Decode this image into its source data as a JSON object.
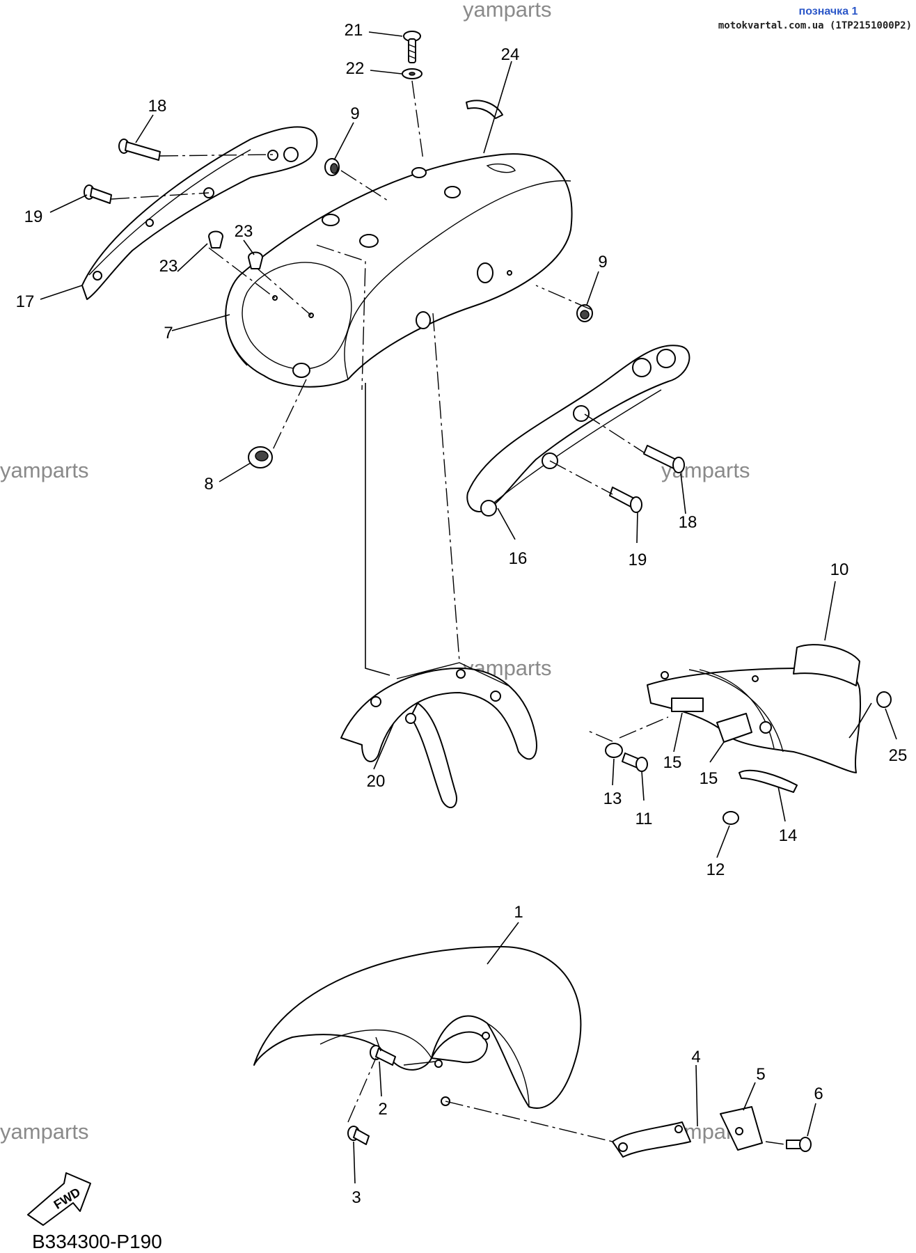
{
  "header": {
    "tag": "позначка 1",
    "source": "motokvartal.com.ua (1TP2151000P2)"
  },
  "watermarks": [
    "yamparts",
    "yamparts",
    "yamparts",
    "yamparts",
    "yamparts",
    "yamparts"
  ],
  "fwd_label": "FWD",
  "diagram_code": "B334300-P190",
  "callouts": [
    "21",
    "22",
    "24",
    "9",
    "18",
    "19",
    "23",
    "23",
    "17",
    "7",
    "9",
    "8",
    "18",
    "19",
    "16",
    "10",
    "20",
    "15",
    "15",
    "25",
    "13",
    "11",
    "14",
    "12",
    "1",
    "2",
    "3",
    "4",
    "5",
    "6"
  ]
}
